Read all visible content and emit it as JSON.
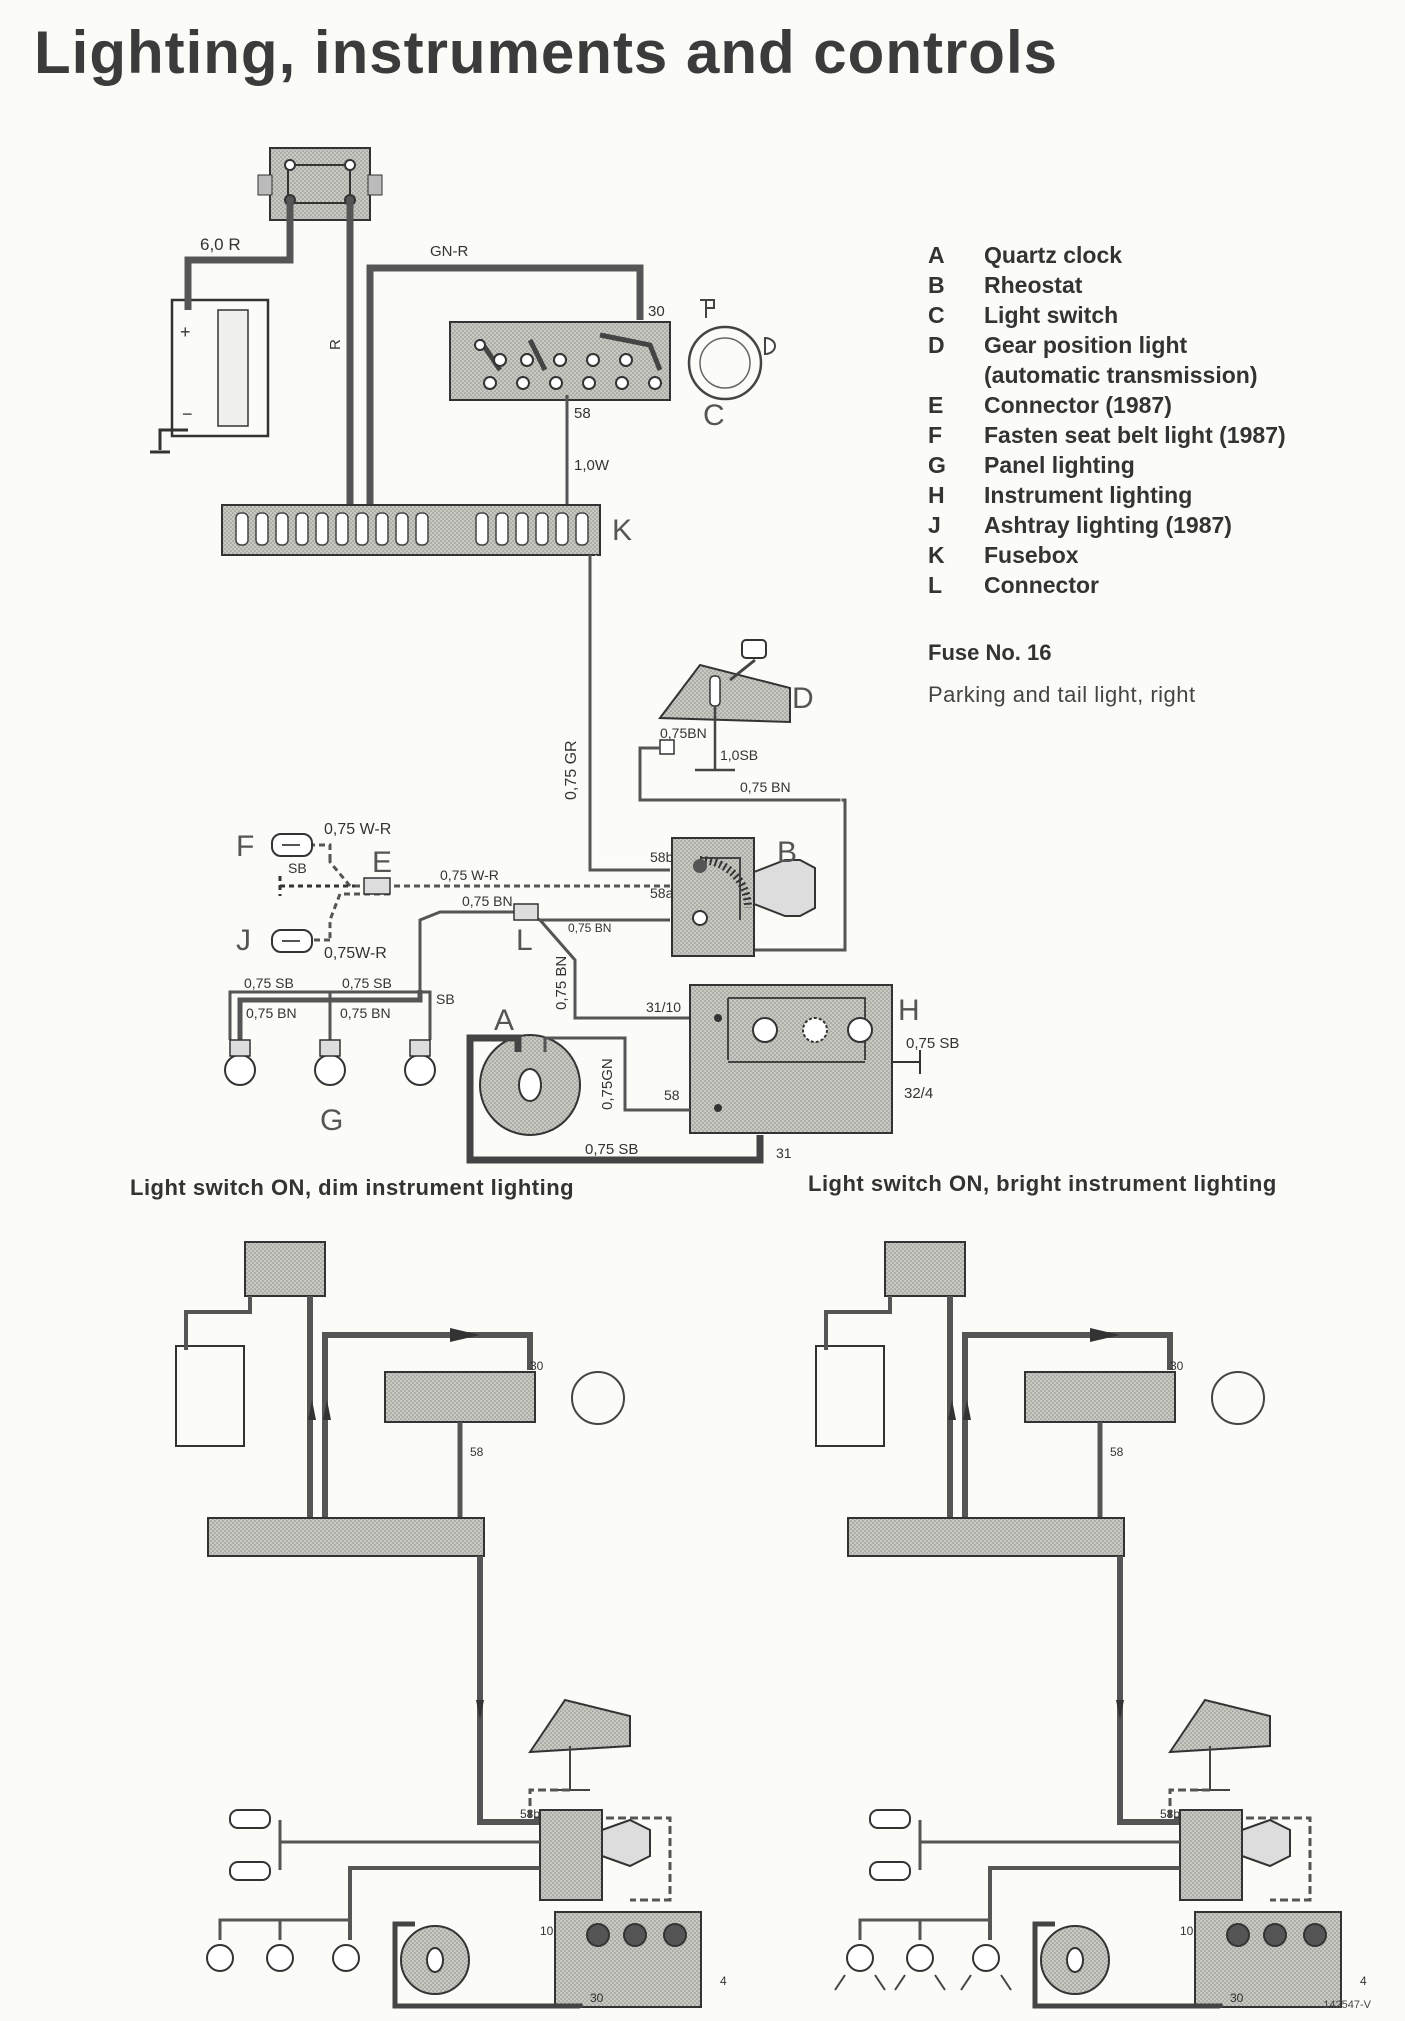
{
  "title": "Lighting, instruments and controls",
  "legend": [
    {
      "key": "A",
      "label": "Quartz clock"
    },
    {
      "key": "B",
      "label": "Rheostat"
    },
    {
      "key": "C",
      "label": "Light switch"
    },
    {
      "key": "D",
      "label": "Gear position light",
      "sub": "(automatic transmission)"
    },
    {
      "key": "E",
      "label": "Connector (1987)"
    },
    {
      "key": "F",
      "label": "Fasten seat belt light (1987)"
    },
    {
      "key": "G",
      "label": "Panel lighting"
    },
    {
      "key": "H",
      "label": "Instrument lighting"
    },
    {
      "key": "J",
      "label": "Ashtray lighting (1987)"
    },
    {
      "key": "K",
      "label": "Fusebox"
    },
    {
      "key": "L",
      "label": "Connector"
    }
  ],
  "fuse": {
    "title": "Fuse No. 16",
    "description": "Parking and tail light, right"
  },
  "captions": {
    "dim": "Light switch ON, dim instrument lighting",
    "bright": "Light switch ON, bright instrument lighting"
  },
  "wire_labels": {
    "w60r": "6,0 R",
    "wgnr": "GN-R",
    "wr": "R",
    "t30": "30",
    "t58": "58",
    "w10w": "1,0W",
    "w075gr": "0,75 GR",
    "w075bn_d": "0,75BN",
    "w10sb": "1,0SB",
    "w075bn_top": "0,75 BN",
    "t58b": "58b",
    "t58a": "58a",
    "w075wr_f": "0,75 W-R",
    "w075wr_e": "0,75 W-R",
    "wsb_e": "SB",
    "w075bn_l": "0,75 BN",
    "w075bn_l2": "0,75 BN",
    "w075wr_j": "0,75W-R",
    "w075sb_g1": "0,75 SB",
    "w075sb_g2": "0,75 SB",
    "w075bn_g1": "0,75 BN",
    "w075bn_g2": "0,75 BN",
    "wsb_g": "SB",
    "w075bn_v": "0,75 BN",
    "t3110": "31/10",
    "w075gn": "0,75GN",
    "t58h": "58",
    "w075sb_h": "0,75 SB",
    "t324": "32/4",
    "w075sb_a": "0,75 SB",
    "t31": "31"
  },
  "component_letters": {
    "A": "A",
    "B": "B",
    "C": "C",
    "D": "D",
    "E": "E",
    "F": "F",
    "G": "G",
    "H": "H",
    "J": "J",
    "K": "K",
    "L": "L"
  },
  "small_terms": {
    "t30": "30",
    "t58": "58",
    "t58b": "58b",
    "t10": "10",
    "t4": "4"
  },
  "reference": "142547-V"
}
